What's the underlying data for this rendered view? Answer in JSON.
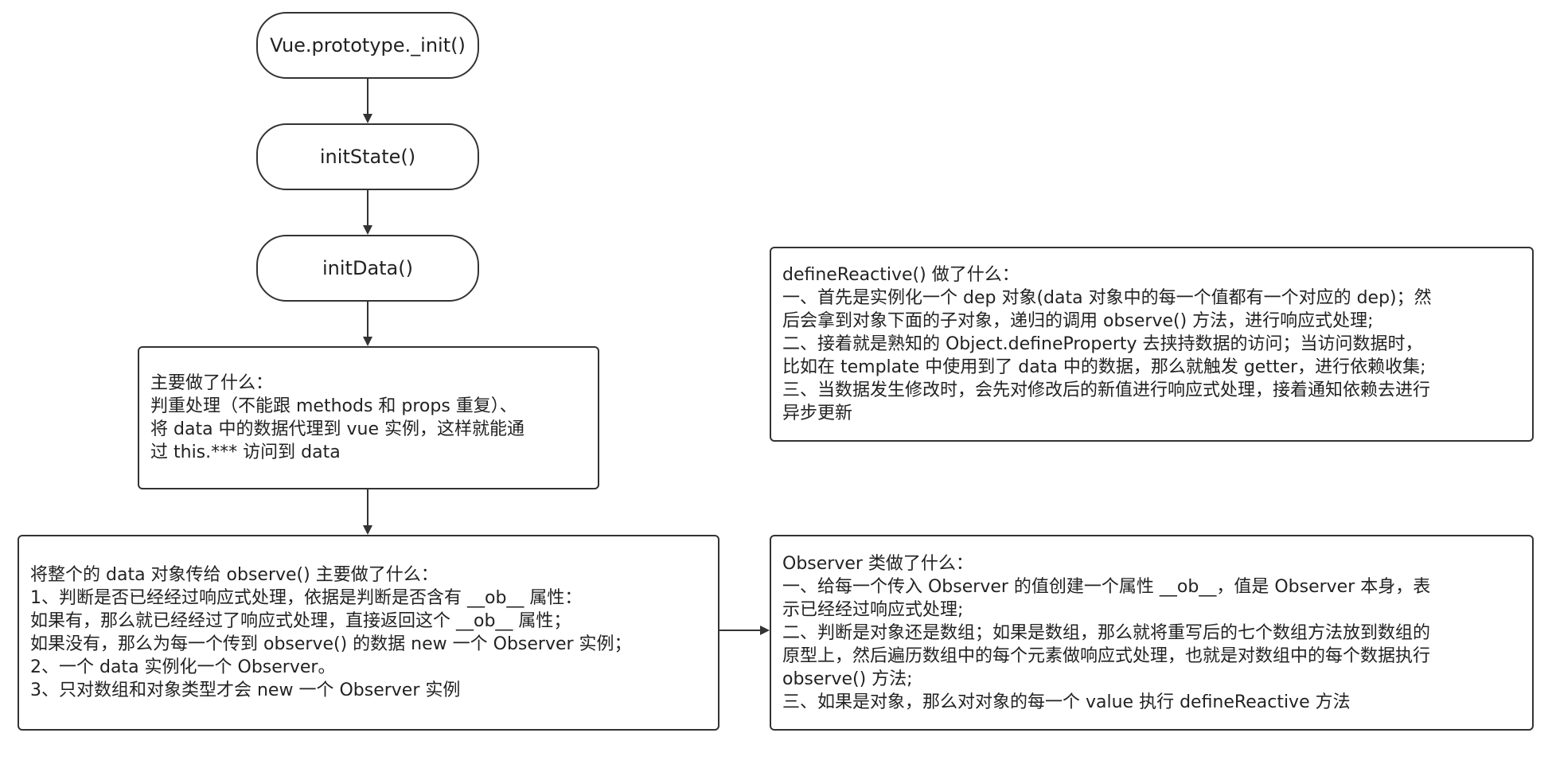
{
  "nodes": {
    "init": "Vue.prototype._init()",
    "init_state": "initState()",
    "init_data": "initData()",
    "main_work": [
      "主要做了什么：",
      "判重处理（不能跟 methods 和 props 重复）、",
      "将 data 中的数据代理到 vue 实例，这样就能通",
      "过 this.*** 访问到 data"
    ],
    "observe_work": [
      "将整个的 data 对象传给 observe() 主要做了什么：",
      "1、判断是否已经经过响应式处理，依据是判断是否含有 __ob__ 属性：",
      "如果有，那么就已经经过了响应式处理，直接返回这个 __ob__ 属性；",
      "如果没有，那么为每一个传到 observe() 的数据 new 一个 Observer 实例；",
      "2、一个 data 实例化一个 Observer。",
      "3、只对数组和对象类型才会 new 一个 Observer 实例"
    ],
    "define_reactive": [
      "defineReactive() 做了什么：",
      "一、首先是实例化一个 dep 对象(data 对象中的每一个值都有一个对应的 dep)；然",
      "后会拿到对象下面的子对象，递归的调用 observe() 方法，进行响应式处理;",
      "二、接着就是熟知的 Object.defineProperty 去挟持数据的访问；当访问数据时，",
      "比如在 template 中使用到了 data 中的数据，那么就触发 getter，进行依赖收集;",
      "三、当数据发生修改时，会先对修改后的新值进行响应式处理，接着通知依赖去进行",
      "异步更新"
    ],
    "observer_class": [
      "Observer 类做了什么：",
      "一、给每一个传入 Observer 的值创建一个属性 __ob__，值是 Observer 本身，表",
      "示已经经过响应式处理;",
      "二、判断是对象还是数组；如果是数组，那么就将重写后的七个数组方法放到数组的",
      "原型上，然后遍历数组中的每个元素做响应式处理，也就是对数组中的每个数据执行",
      "observe() 方法;",
      "三、如果是对象，那么对对象的每一个 value 执行 defineReactive 方法"
    ]
  },
  "colors": {
    "stroke": "#333333",
    "text": "#222222",
    "background": "#ffffff"
  }
}
